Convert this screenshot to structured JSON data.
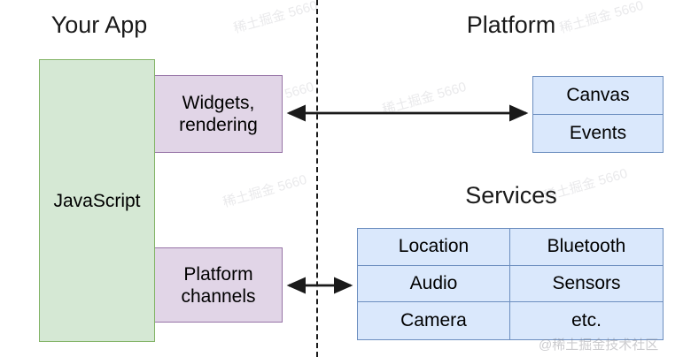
{
  "diagram": {
    "title_left": "Your App",
    "title_right_top": "Platform",
    "title_right_bottom": "Services",
    "colors": {
      "app_fill": "#d5e8d4",
      "app_stroke": "#82b366",
      "bridge_fill": "#e1d5e7",
      "bridge_stroke": "#9673a6",
      "platform_fill": "#dae8fc",
      "platform_stroke": "#6c8ebf",
      "line": "#1a1a1a",
      "background": "#ffffff"
    },
    "app_column": {
      "runtime_box": "JavaScript",
      "bridge_boxes": [
        "Widgets, rendering",
        "Platform channels"
      ]
    },
    "platform_column": {
      "canvas_events": [
        "Canvas",
        "Events"
      ],
      "services_grid": [
        [
          "Location",
          "Bluetooth"
        ],
        [
          "Audio",
          "Sensors"
        ],
        [
          "Camera",
          "etc."
        ]
      ]
    },
    "connectors": [
      {
        "name": "rendering-connector",
        "heads": "both"
      },
      {
        "name": "channels-connector",
        "heads": "both"
      }
    ],
    "watermarks": {
      "repeat_text": "稀土掘金 5660",
      "brand": "@稀土掘金技术社区"
    }
  }
}
